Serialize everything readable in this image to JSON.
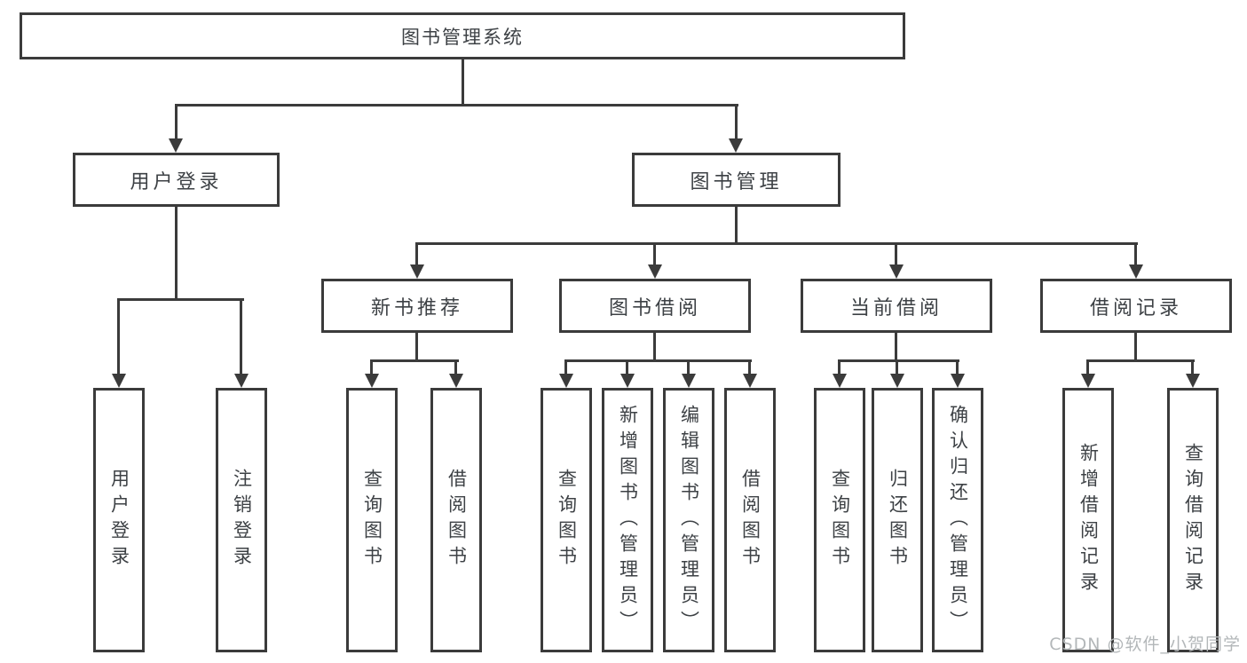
{
  "nodes": {
    "root": "图书管理系统",
    "user_login": "用户登录",
    "book_mgmt": "图书管理",
    "new_book_rec": "新书推荐",
    "book_borrow": "图书借阅",
    "current_borrow": "当前借阅",
    "borrow_records": "借阅记录",
    "leaf_user_login": "用户登录",
    "leaf_logout": "注销登录",
    "leaf_query_books_rec": "查询图书",
    "leaf_borrow_books_rec": "借阅图书",
    "leaf_query_books_borrow": "查询图书",
    "leaf_add_books_admin": "新增图书（管理员）",
    "leaf_edit_books_admin": "编辑图书（管理员）",
    "leaf_borrow_books_borrow": "借阅图书",
    "leaf_query_books_current": "查询图书",
    "leaf_return_books": "归还图书",
    "leaf_confirm_return_admin": "确认归还（管理员）",
    "leaf_add_borrow_record": "新增借阅记录",
    "leaf_query_borrow_record": "查询借阅记录"
  },
  "watermark": "CSDN @软件_小贺同学",
  "colors": {
    "line": "#3b3b3b",
    "text": "#3d4145",
    "background": "#ffffff",
    "watermark": "#b3b7b9"
  }
}
